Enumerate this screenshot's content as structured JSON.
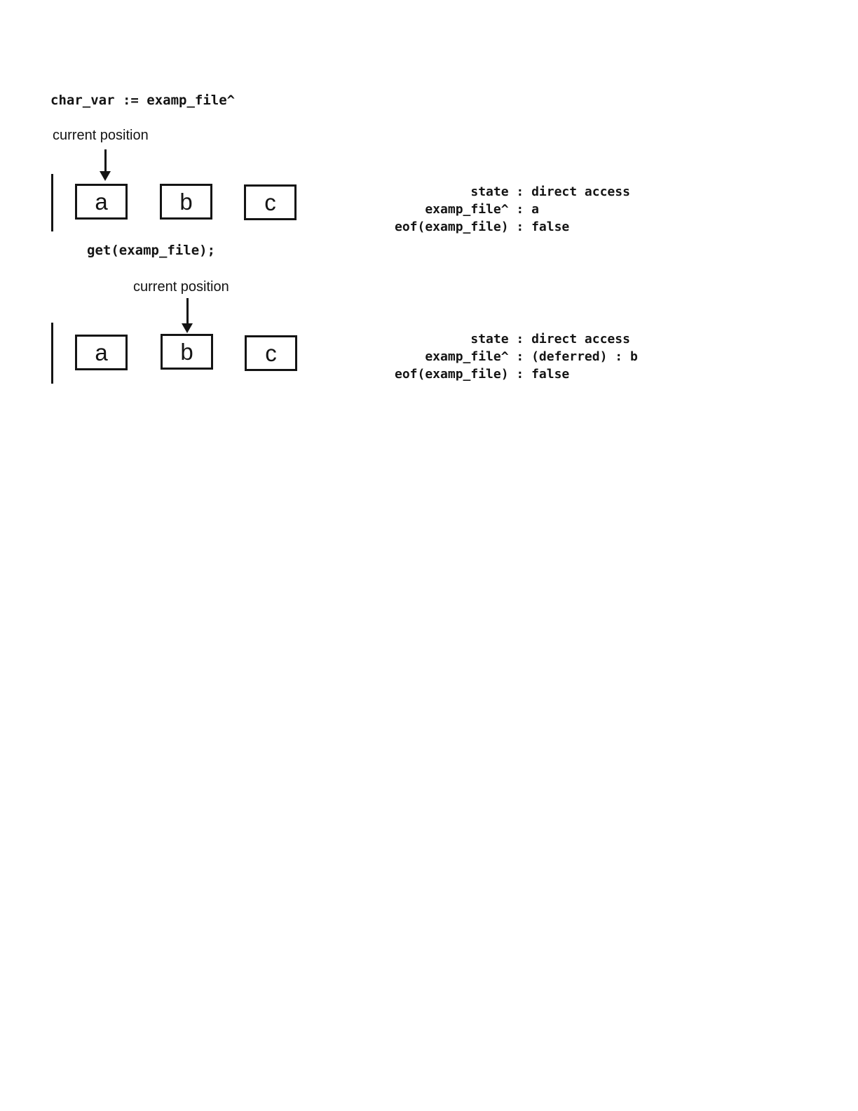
{
  "page": {
    "background": "#ffffff",
    "ink": "#141414"
  },
  "figure": {
    "statement_1": "char_var := examp_file^",
    "statement_2": "get(examp_file);",
    "groups": [
      {
        "pointer_label": "current position",
        "cells": [
          "a",
          "b",
          "c"
        ],
        "state_lines": [
          "          state : direct access",
          "    examp_file^ : a",
          "eof(examp_file) : false"
        ]
      },
      {
        "pointer_label": "current position",
        "cells": [
          "a",
          "b",
          "c"
        ],
        "state_lines": [
          "          state : direct access",
          "    examp_file^ : (deferred) : b",
          "eof(examp_file) : false"
        ]
      }
    ]
  }
}
